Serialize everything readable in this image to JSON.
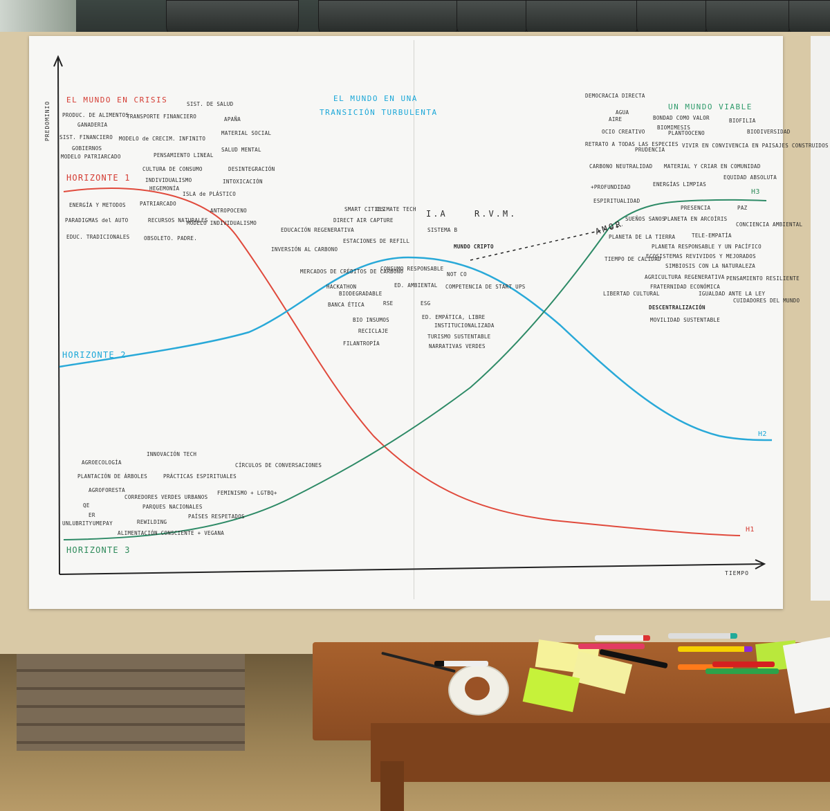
{
  "poster": {
    "y_axis_label": "PREDOMINIO",
    "x_axis_label": "TIEMPO",
    "titles": {
      "crisis": "EL MUNDO EN CRISIS",
      "transition_line1": "EL MUNDO EN UNA",
      "transition_line2": "TRANSICIÓN TURBULENTA",
      "viable": "UN MUNDO VIABLE"
    },
    "horizons": {
      "h1_label": "HORIZONTE 1",
      "h2_label": "HORIZONTE 2",
      "h3_label": "HORIZONTE 3",
      "h1_tag": "H1",
      "h2_tag": "H2",
      "h3_tag": "H3"
    },
    "notes_crisis": [
      "SIST. DE SALUD",
      "PRODUC. DE ALIMENTOS",
      "TRANSPORTE FINANCIERO",
      "APAÑA",
      "GANADERIA",
      "MATERIAL SOCIAL",
      "SIST. FINANCIERO",
      "MODELO de CRECIM. INFINITO",
      "SALUD MENTAL",
      "GOBIERNOS",
      "MODELO PATRIARCADO",
      "PENSAMIENTO LINEAL",
      "DESINTEGRACIÓN",
      "CULTURA DE CONSUMO",
      "INDIVIDUALISMO",
      "INTOXICACIÓN",
      "HEGEMONÍA",
      "ISLA de PLÁSTICO",
      "ENERGÍA Y METODOS",
      "PATRIARCADO",
      "ANTROPOCENO",
      "PARADIGMAS del AUTO",
      "RECURSOS NATURALES",
      "MODELO INDIVIDUALISMO",
      "EDUC. TRADICIONALES",
      "OBSOLETO. PADRE."
    ],
    "notes_transition": [
      "SMART CITIES",
      "CLIMATE TECH",
      "DIRECT AIR CAPTURE",
      "I.A",
      "R.V.M.",
      "EDUCACIÓN REGENERATIVA",
      "SISTEMA B",
      "ESTACIONES DE REFILL",
      "INVERSIÓN AL CARBONO",
      "MUNDO CRIPTO",
      "MERCADOS DE CRÉDITOS DE CARBONO",
      "CONSUMO RESPONSABLE",
      "NOT CO",
      "HACKATHON",
      "BIODEGRADABLE",
      "ED. AMBIENTAL",
      "COMPETENCIA DE START UPS",
      "BANCA ÉTICA",
      "RSE",
      "ESG",
      "BIO INSUMOS",
      "ED. EMPÁTICA, LIBRE",
      "INSTITUCIONALIZADA",
      "RECICLAJE",
      "TURISMO SUSTENTABLE",
      "FILANTROPÍA",
      "NARRATIVAS VERDES"
    ],
    "notes_viable": [
      "DEMOCRACIA DIRECTA",
      "AGUA",
      "AIRE",
      "BONDAD COMO VALOR",
      "BIOFILIA",
      "OCIO CREATIVO",
      "BIOMIMESIS",
      "PLANTOOCENO",
      "BIODIVERSIDAD",
      "RETRATO A TODAS LAS ESPECIES",
      "PRUDENCIA",
      "VIVIR EN CONVIVENCIA EN PAISAJES CONSTRUIDOS",
      "CARBONO NEUTRALIDAD",
      "MATERIAL Y CRIAR EN COMUNIDAD",
      "EQUIDAD ABSOLUTA",
      "+PROFUNDIDAD",
      "ENERGÍAS LIMPIAS",
      "ESPIRITUALIDAD",
      "PRESENCIA",
      "PAZ",
      "AMOR",
      "SUEÑOS SANOS",
      "PLANETA EN ARCOÍRIS",
      "CONCIENCIA AMBIENTAL",
      "TELE-EMPATÍA",
      "PLANETA DE LA TIERRA",
      "PLANETA RESPONSABLE Y UN PACÍFICO",
      "ECOSISTEMAS REVIVIDOS Y MEJORADOS",
      "SIMBIOSIS CON LA NATURALEZA",
      "TIEMPO DE CALIDAD",
      "AGRICULTURA REGENERATIVA",
      "PENSAMIENTO RESILIENTE",
      "FRATERNIDAD ECONÓMICA",
      "IGUALDAD ANTE LA LEY",
      "CUIDADORES DEL MUNDO",
      "LIBERTAD CULTURAL",
      "DESCENTRALIZACIÓN",
      "MOVILIDAD SUSTENTABLE"
    ],
    "notes_h3": [
      "AGROECOLOGÍA",
      "INNOVACIÓN TECH",
      "CÍRCULOS DE CONVERSACIONES",
      "PLANTACIÓN DE ÁRBOLES",
      "PRÁCTICAS ESPIRITUALES",
      "AGROFORESTA",
      "CORREDORES VERDES URBANOS",
      "FEMINISMO + LGTBQ+",
      "QE",
      "PARQUES NACIONALES",
      "ER",
      "UNLUBRITY",
      "UMEPAY",
      "REWILDING",
      "PAÍSES RESPETADOS",
      "ALIMENTACIÓN CONSCIENTE + VEGANA"
    ]
  }
}
